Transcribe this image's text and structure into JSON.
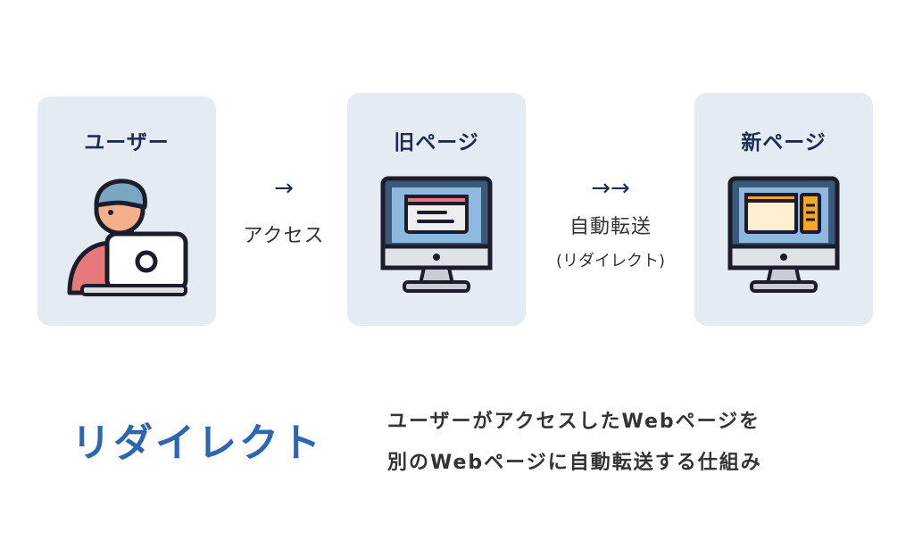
{
  "cards": {
    "user": {
      "title": "ユーザー"
    },
    "old_page": {
      "title": "旧ページ"
    },
    "new_page": {
      "title": "新ページ"
    }
  },
  "arrows": {
    "first": "→",
    "first_label": "アクセス",
    "second": "→→",
    "second_label": "自動転送",
    "second_sublabel": "(リダイレクト)"
  },
  "headline": "リダイレクト",
  "description": {
    "line1": "ユーザーがアクセスしたWebページを",
    "line2": "別のWebページに自動転送する仕組み"
  },
  "colors": {
    "card_bg": "#e5ebf3",
    "title_navy": "#1f2b57",
    "headline_blue": "#2b67b0",
    "monitor_frame": "#3b5a7a",
    "screen_blue": "#8fb8e0",
    "accent_red": "#e8797a",
    "accent_orange": "#f5a623"
  },
  "icons": [
    "person-laptop-icon",
    "old-page-monitor-icon",
    "new-page-monitor-icon"
  ]
}
